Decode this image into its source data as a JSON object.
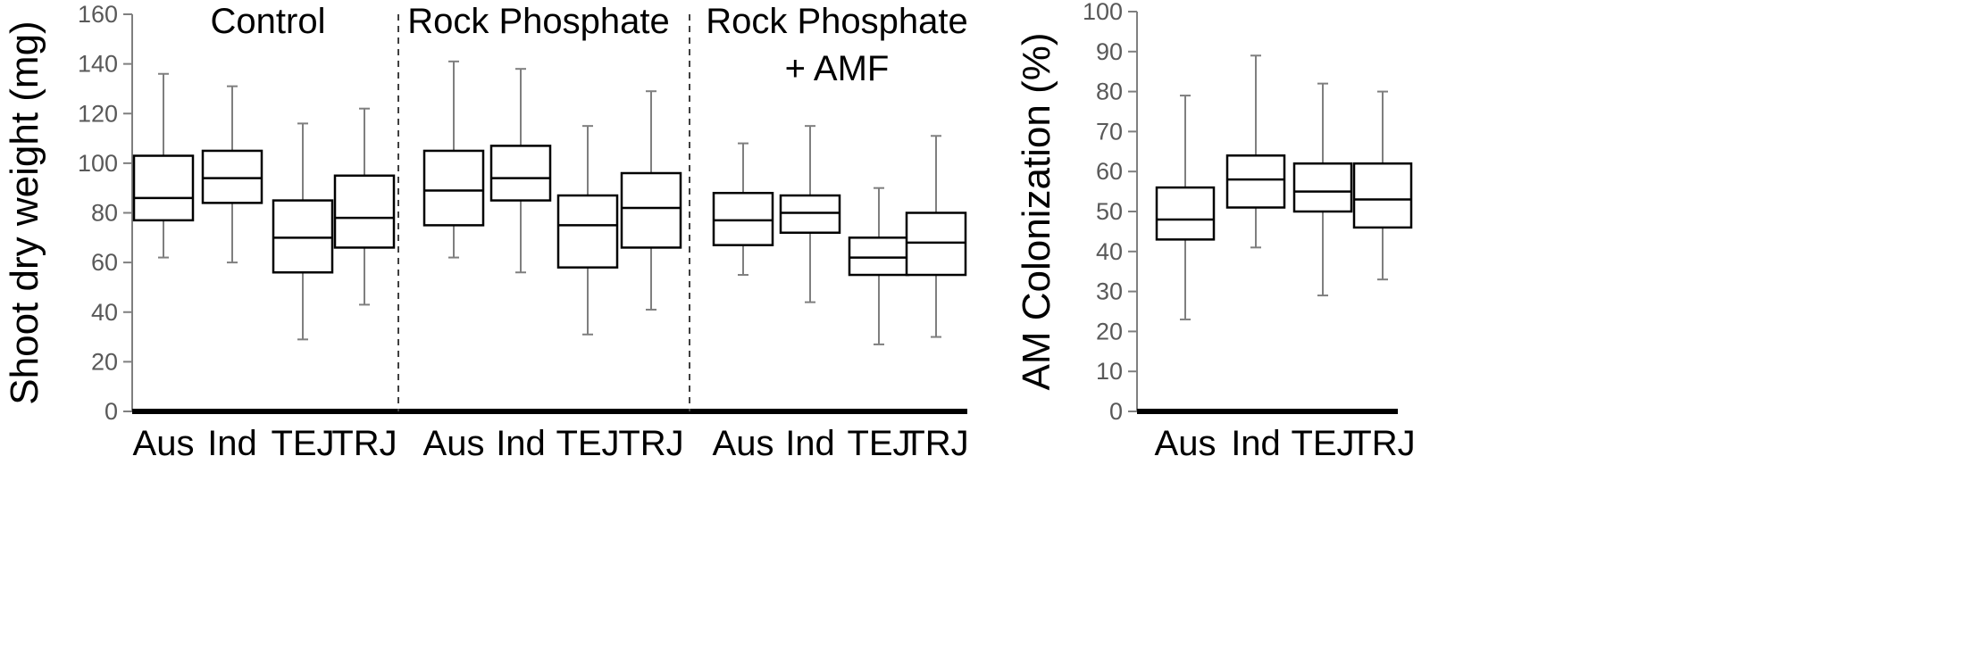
{
  "chart_data": [
    {
      "type": "boxplot",
      "ylabel": "Shoot dry weight (mg)",
      "ylim": [
        0,
        160
      ],
      "yticks": [
        0,
        20,
        40,
        60,
        80,
        100,
        120,
        140,
        160
      ],
      "grid": false,
      "groups": [
        {
          "title_lines": [
            "Control"
          ],
          "categories": [
            "Aus",
            "Ind",
            "TEJ",
            "TRJ"
          ],
          "boxes": [
            {
              "min": 62,
              "q1": 77,
              "median": 86,
              "q3": 103,
              "max": 136
            },
            {
              "min": 60,
              "q1": 84,
              "median": 94,
              "q3": 105,
              "max": 131
            },
            {
              "min": 29,
              "q1": 56,
              "median": 70,
              "q3": 85,
              "max": 116
            },
            {
              "min": 43,
              "q1": 66,
              "median": 78,
              "q3": 95,
              "max": 122
            }
          ]
        },
        {
          "title_lines": [
            "Rock Phosphate"
          ],
          "categories": [
            "Aus",
            "Ind",
            "TEJ",
            "TRJ"
          ],
          "boxes": [
            {
              "min": 62,
              "q1": 75,
              "median": 89,
              "q3": 105,
              "max": 141
            },
            {
              "min": 56,
              "q1": 85,
              "median": 94,
              "q3": 107,
              "max": 138
            },
            {
              "min": 31,
              "q1": 58,
              "median": 75,
              "q3": 87,
              "max": 115
            },
            {
              "min": 41,
              "q1": 66,
              "median": 82,
              "q3": 96,
              "max": 129
            }
          ]
        },
        {
          "title_lines": [
            "Rock Phosphate",
            "+ AMF"
          ],
          "categories": [
            "Aus",
            "Ind",
            "TEJ",
            "TRJ"
          ],
          "boxes": [
            {
              "min": 55,
              "q1": 67,
              "median": 77,
              "q3": 88,
              "max": 108
            },
            {
              "min": 44,
              "q1": 72,
              "median": 80,
              "q3": 87,
              "max": 115
            },
            {
              "min": 27,
              "q1": 55,
              "median": 62,
              "q3": 70,
              "max": 90
            },
            {
              "min": 30,
              "q1": 55,
              "median": 68,
              "q3": 80,
              "max": 111
            }
          ]
        }
      ]
    },
    {
      "type": "boxplot",
      "ylabel": "AM Colonization (%)",
      "ylim": [
        0,
        100
      ],
      "yticks": [
        0,
        10,
        20,
        30,
        40,
        50,
        60,
        70,
        80,
        90,
        100
      ],
      "grid": false,
      "groups": [
        {
          "title_lines": [],
          "categories": [
            "Aus",
            "Ind",
            "TEJ",
            "TRJ"
          ],
          "boxes": [
            {
              "min": 23,
              "q1": 43,
              "median": 48,
              "q3": 56,
              "max": 79
            },
            {
              "min": 41,
              "q1": 51,
              "median": 58,
              "q3": 64,
              "max": 89
            },
            {
              "min": 29,
              "q1": 50,
              "median": 55,
              "q3": 62,
              "max": 82
            },
            {
              "min": 33,
              "q1": 46,
              "median": 53,
              "q3": 62,
              "max": 80
            }
          ]
        }
      ]
    }
  ]
}
